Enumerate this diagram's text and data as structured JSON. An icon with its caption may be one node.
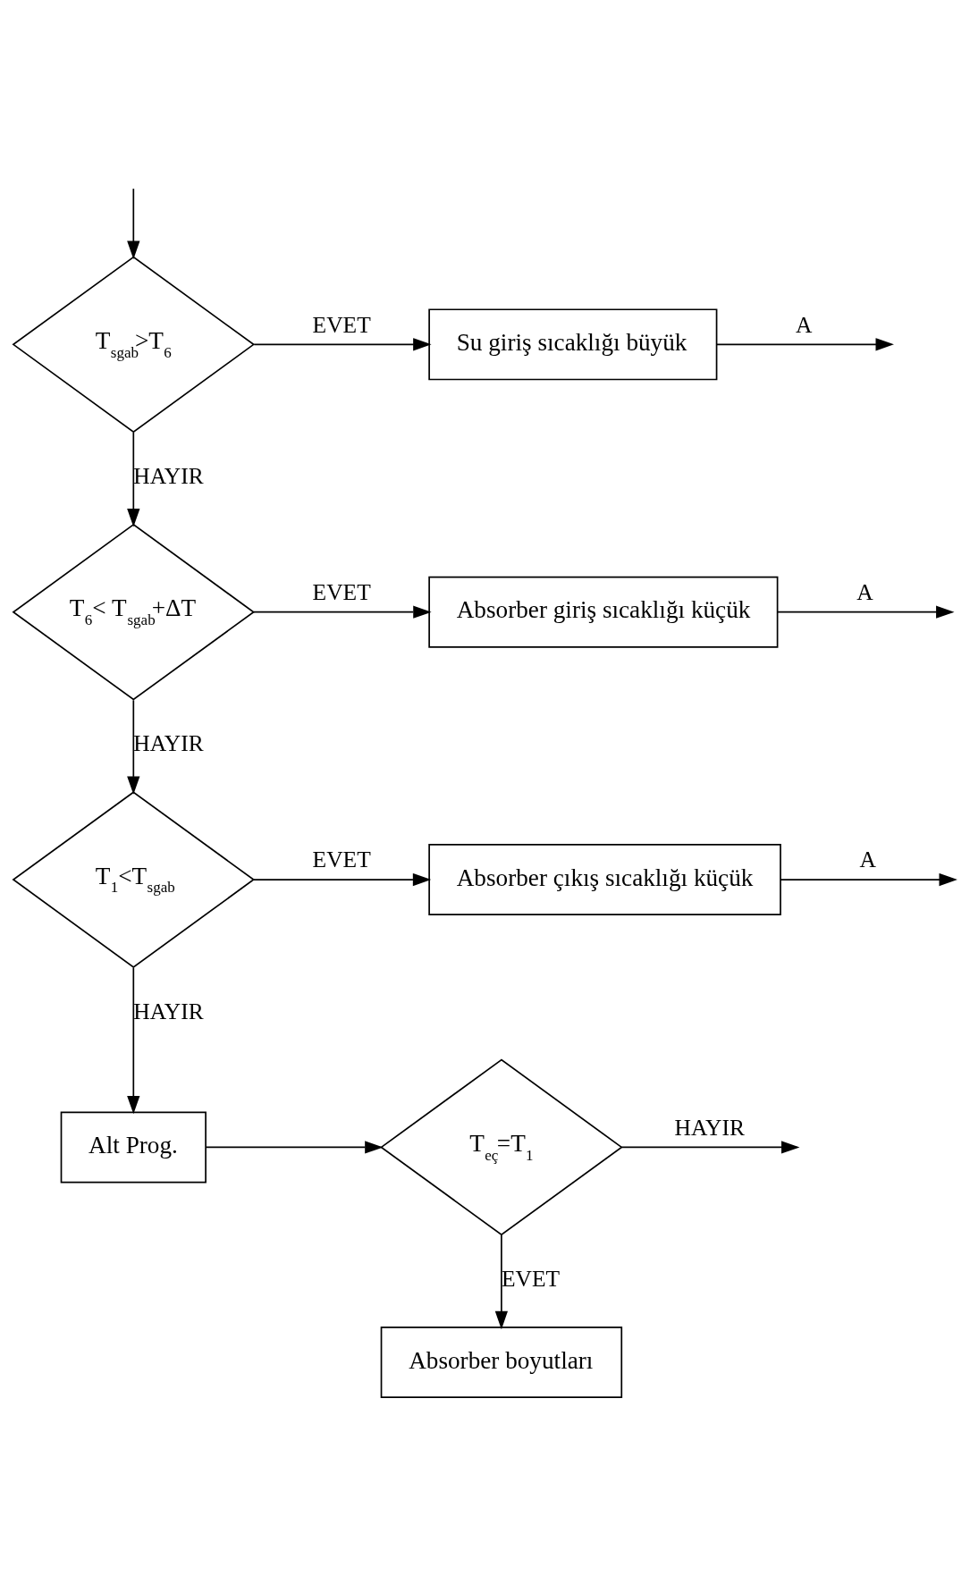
{
  "diagram": {
    "nodes": [
      {
        "text": [
          "T$_{sgab}$>T$_{6}$"
        ]
      },
      {
        "text": [
          "Su giriş sıcaklığı büyük"
        ]
      },
      {
        "text": [
          "T$_{6}$< T$_{sgab}$+ΔT"
        ]
      },
      {
        "text": [
          "Absorber giriş sıcaklığı küçük"
        ]
      },
      {
        "text": [
          "T$_{1}$<T$_{sgab}$"
        ]
      },
      {
        "text": [
          "Absorber çıkış sıcaklığı küçük"
        ]
      },
      {
        "text": [
          "Alt Prog."
        ]
      },
      {
        "text": [
          "T$_{eç}$=T$_{1}$"
        ]
      },
      {
        "text": [
          "Absorber boyutları"
        ]
      }
    ],
    "edges": [
      {
        "from": null,
        "to": 0,
        "arrow": "to"
      },
      {
        "from": 0,
        "to": 1,
        "label": "EVET",
        "arrow": "to"
      },
      {
        "from": 1,
        "to": null,
        "label": "A",
        "arrow": "to"
      },
      {
        "from": 0,
        "to": 2,
        "label": "HAYIR",
        "arrow": "to"
      },
      {
        "from": 2,
        "to": 3,
        "label": "EVET",
        "arrow": "to"
      },
      {
        "from": 3,
        "to": null,
        "label": "A",
        "arrow": "to"
      },
      {
        "from": 2,
        "to": 4,
        "label": "HAYIR",
        "arrow": "to"
      },
      {
        "from": 4,
        "to": 5,
        "label": "EVET",
        "arrow": "to"
      },
      {
        "from": 5,
        "to": null,
        "label": "A",
        "arrow": "to"
      },
      {
        "from": 4,
        "to": 6,
        "label": "HAYIR",
        "arrow": "to"
      },
      {
        "from": 6,
        "to": 7,
        "arrow": "to"
      },
      {
        "from": 7,
        "to": null,
        "label": "HAYIR",
        "arrow": "to"
      },
      {
        "from": 7,
        "to": 8,
        "label": "EVET",
        "arrow": "to"
      }
    ]
  }
}
